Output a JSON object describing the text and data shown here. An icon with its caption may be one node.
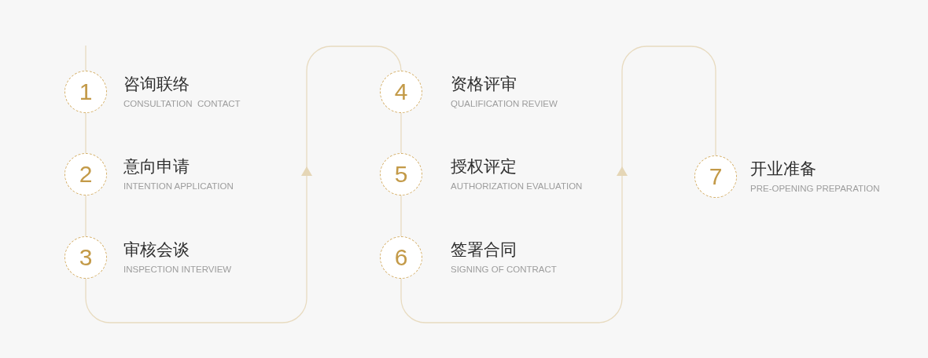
{
  "diagram": {
    "nodes": [
      {
        "text": [
          "1"
        ],
        "beside": [
          "咨询联络",
          "CONSULTATION  CONTACT"
        ]
      },
      {
        "text": [
          "2"
        ],
        "beside": [
          "意向申请",
          "INTENTION APPLICATION"
        ]
      },
      {
        "text": [
          "3"
        ],
        "beside": [
          "审核会谈",
          "INSPECTION INTERVIEW"
        ]
      },
      {
        "text": [
          "4"
        ],
        "beside": [
          "资格评审",
          "QUALIFICATION REVIEW"
        ]
      },
      {
        "text": [
          "5"
        ],
        "beside": [
          "授权评定",
          "AUTHORIZATION EVALUATION"
        ]
      },
      {
        "text": [
          "6"
        ],
        "beside": [
          "签署合同",
          "SIGNING OF CONTRACT"
        ]
      },
      {
        "text": [
          "7"
        ],
        "beside": [
          "开业准备",
          "PRE-OPENING PREPARATION"
        ]
      }
    ],
    "edges": [
      {
        "from": null,
        "to": 0,
        "arrow": "none"
      },
      {
        "from": 0,
        "to": 1,
        "arrow": "none"
      },
      {
        "from": 1,
        "to": 2,
        "arrow": "none"
      },
      {
        "from": 2,
        "to": 3,
        "arrow": "to"
      },
      {
        "from": 3,
        "to": 4,
        "arrow": "none"
      },
      {
        "from": 4,
        "to": 5,
        "arrow": "none"
      },
      {
        "from": 5,
        "to": 6,
        "arrow": "to"
      }
    ]
  }
}
